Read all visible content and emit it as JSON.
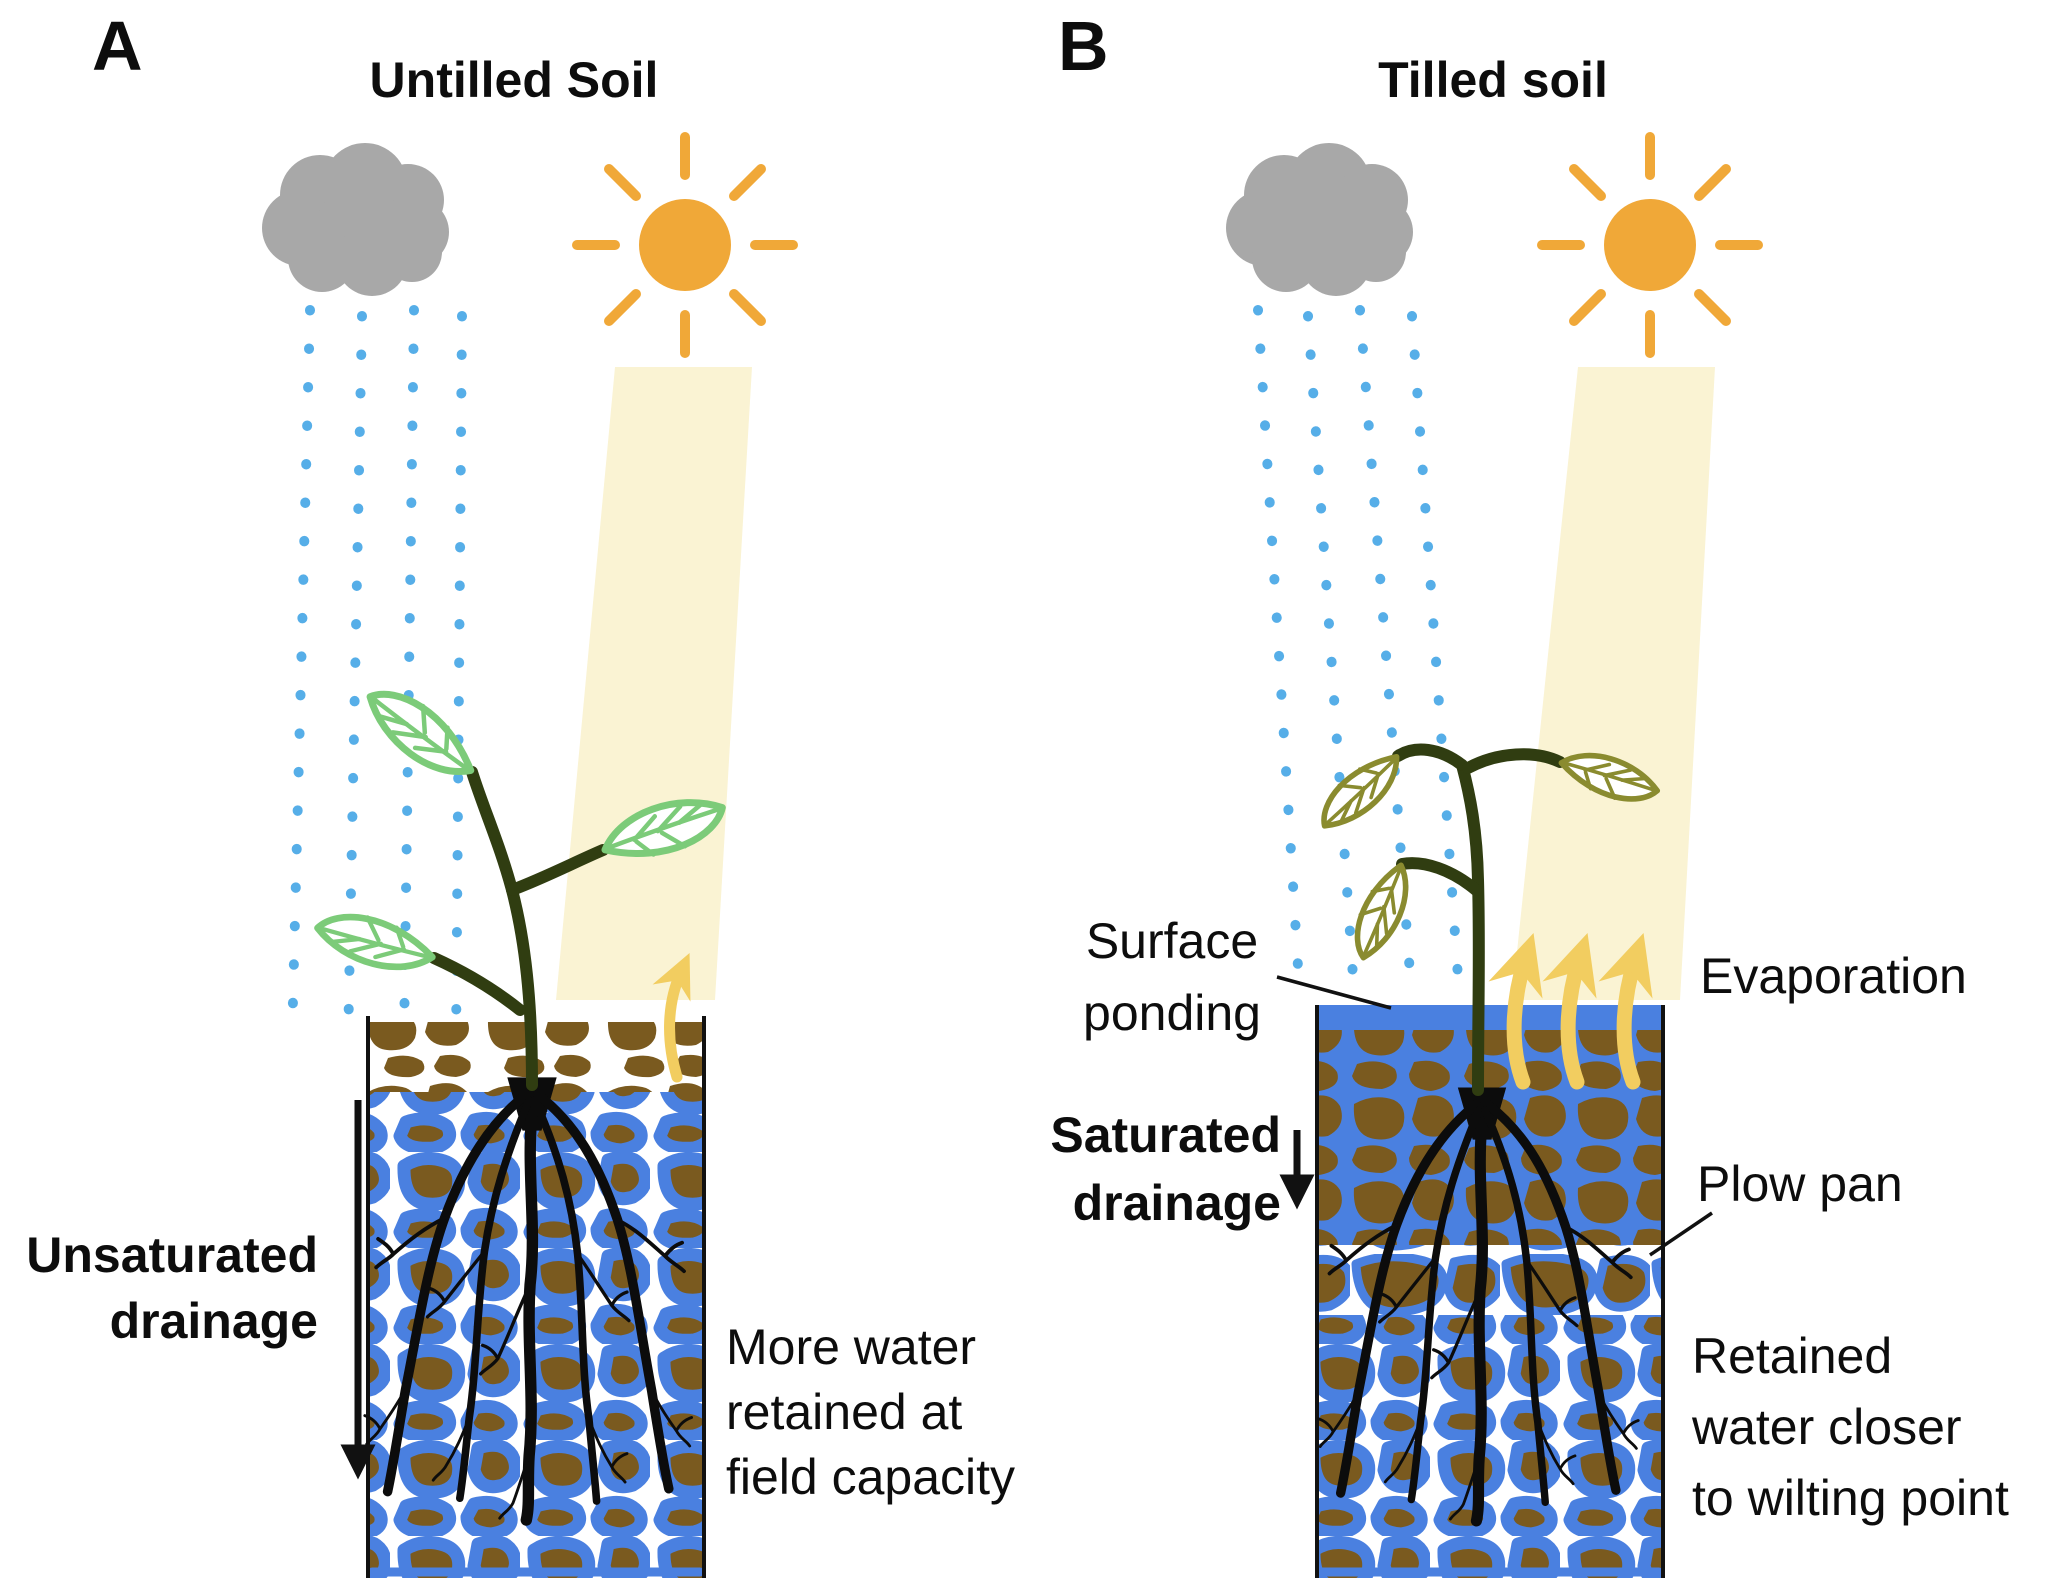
{
  "panel_a": {
    "letter": "A",
    "title": "Untilled Soil",
    "drainage_label": [
      "Unsaturated",
      "drainage"
    ],
    "retention_label": [
      "More water",
      "retained at",
      "field capacity"
    ]
  },
  "panel_b": {
    "letter": "B",
    "title": "Tilled soil",
    "surface_ponding_label": [
      "Surface",
      "ponding"
    ],
    "drainage_label": [
      "Saturated",
      "drainage"
    ],
    "evaporation_label": "Evaporation",
    "plow_pan_label": "Plow pan",
    "retention_label": [
      "Retained",
      "water closer",
      "to wilting point"
    ]
  },
  "colors": {
    "soil_brown": "#7a5a1f",
    "water_blue": "#4a80e0",
    "rain_blue": "#56aee8",
    "sun_orange": "#f0a838",
    "beam_yellow": "#faf3d3",
    "evap_yellow": "#f2cd60",
    "leaf_green": "#7ccb79",
    "leaf_olive": "#8a8b2f",
    "stem_green": "#303d11",
    "cloud_gray": "#a8a8a8",
    "root_black": "#0c0c0c",
    "text_black": "#0d0d0d",
    "line_black": "#111111"
  }
}
